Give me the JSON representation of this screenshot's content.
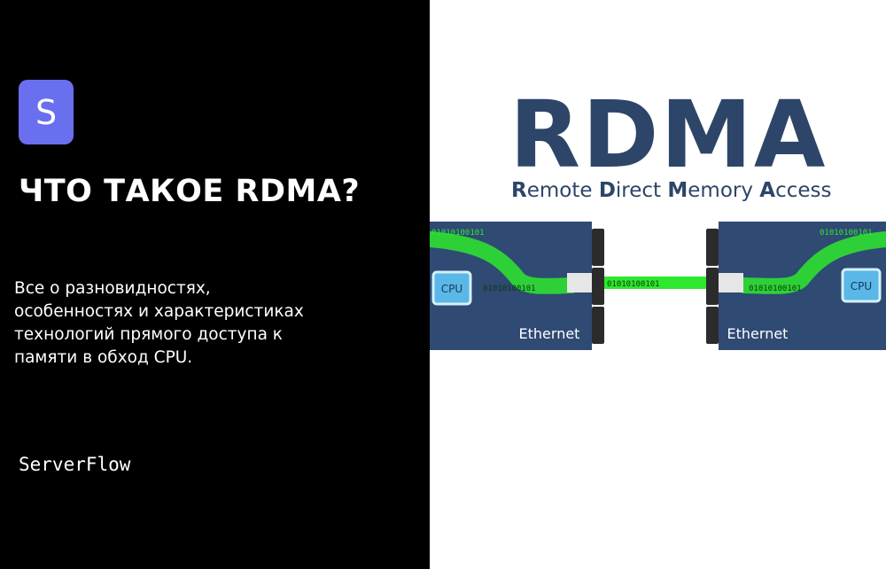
{
  "logo": {
    "letter": "S"
  },
  "title": "ЧТО ТАКОЕ RDMA?",
  "description": "Все о разновидностях, особенностях и характеристиках технологий прямого доступа к памяти в обход CPU.",
  "brand": "ServerFlow",
  "illustration": {
    "heading": "RDMA",
    "subtitle_parts": [
      {
        "key": "R",
        "rest": "emote "
      },
      {
        "key": "D",
        "rest": "irect "
      },
      {
        "key": "M",
        "rest": "emory "
      },
      {
        "key": "A",
        "rest": "ccess"
      }
    ],
    "left_node": {
      "cpu_label": "CPU",
      "nic_label": "Ethernet"
    },
    "right_node": {
      "cpu_label": "CPU",
      "nic_label": "Ethernet"
    },
    "binary_text": "01010100101"
  },
  "colors": {
    "left_background": "#000000",
    "logo_badge": "#6a6ff0",
    "rdma_text": "#2d4568",
    "server_box": "#2f4a73",
    "cpu_chip": "#59b8e8",
    "data_green": "#2ee82e"
  }
}
